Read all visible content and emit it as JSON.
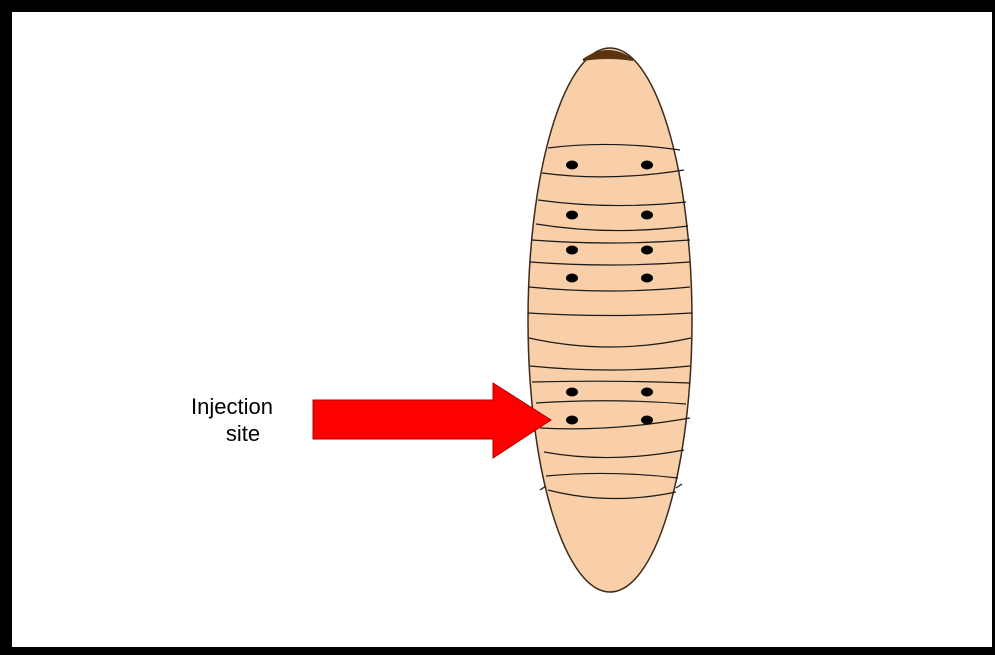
{
  "diagram": {
    "label_line1": "Injection",
    "label_line2": "site",
    "colors": {
      "body_fill": "#F8CFA8",
      "body_stroke": "#3A2A1A",
      "head_cap": "#5A3410",
      "arrow": "#FF0000",
      "frame": "#000000"
    },
    "icons": {
      "specimen": "larva-illustration",
      "pointer": "right-arrow"
    }
  }
}
